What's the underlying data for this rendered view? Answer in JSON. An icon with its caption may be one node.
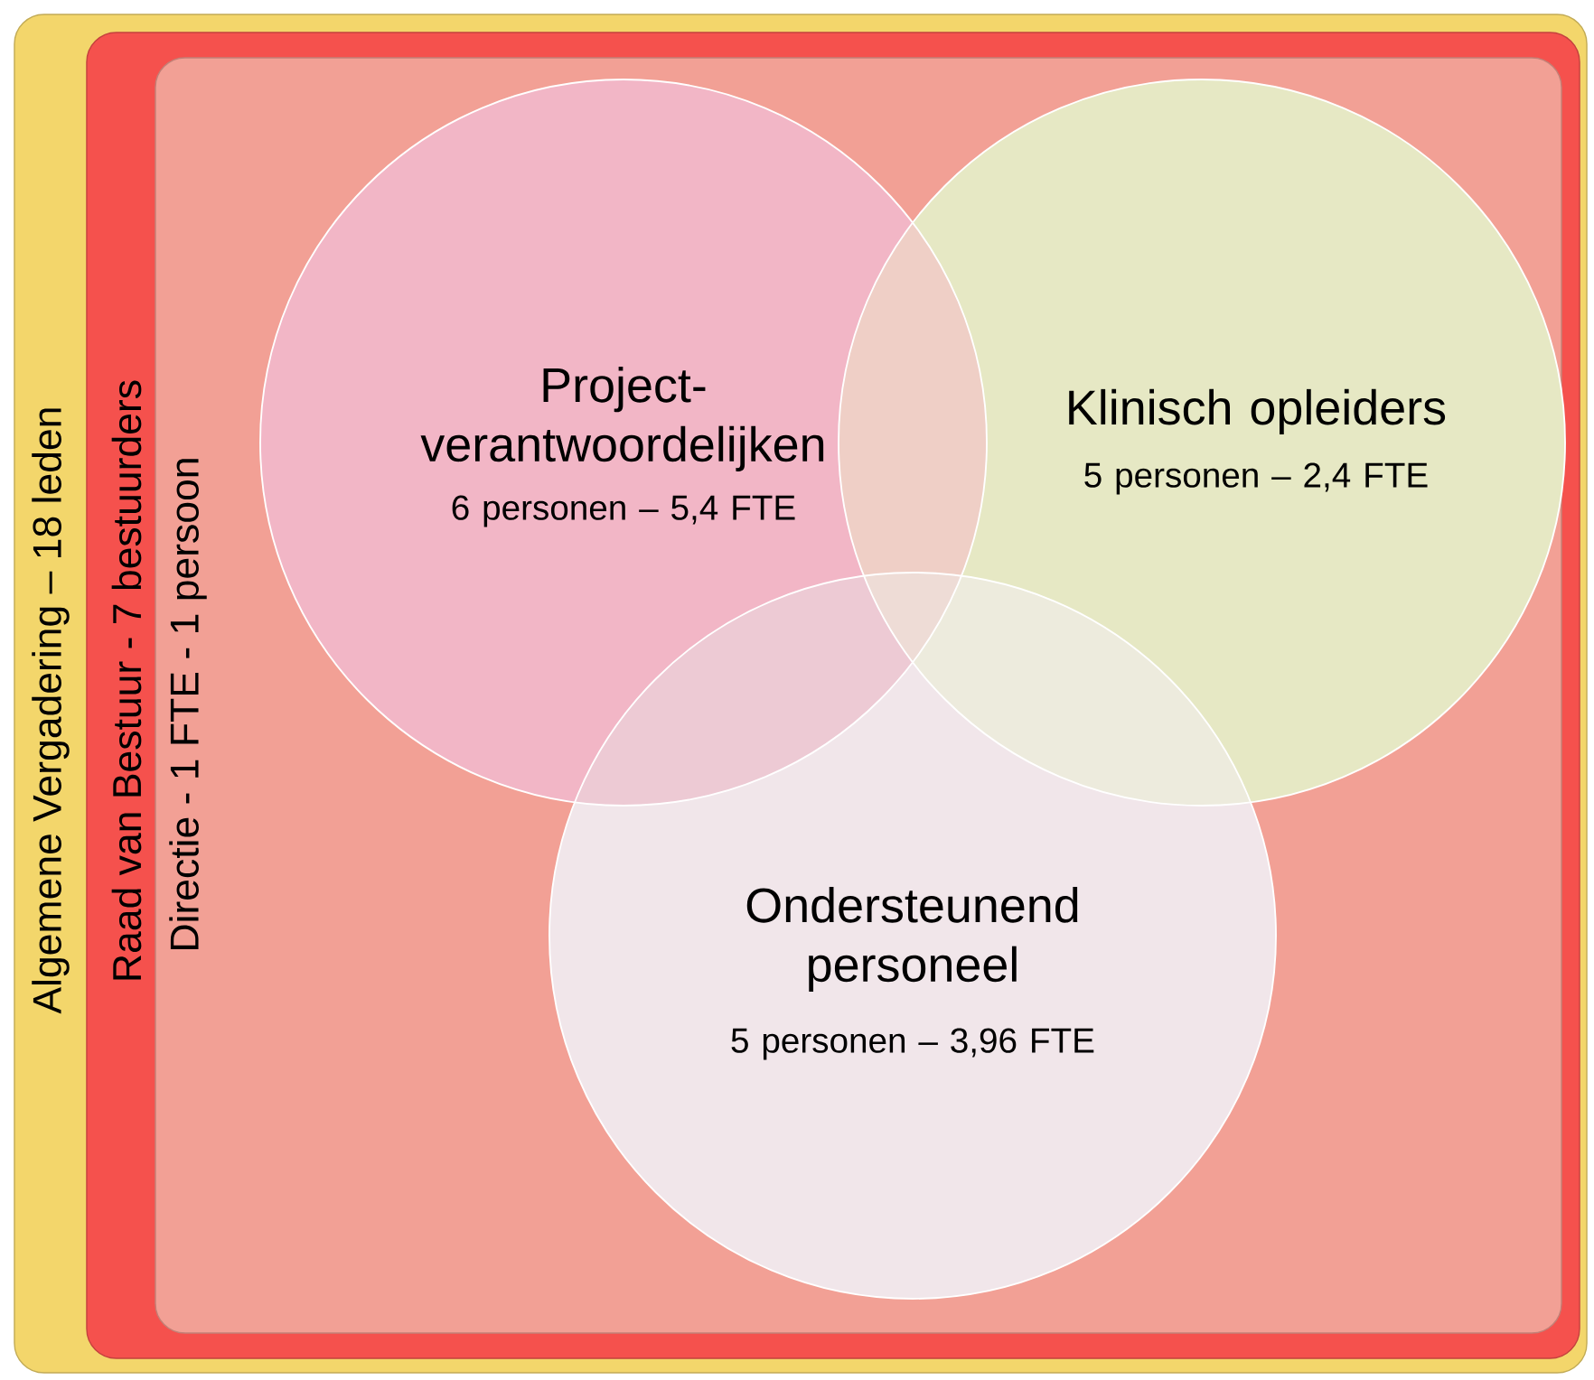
{
  "diagram": {
    "nodes": [
      {
        "text": [
          "Algemene Vergadering – 18 leden"
        ]
      },
      {
        "text": [
          "Raad van Bestuur - 7 bestuurders"
        ],
        "in": 0
      },
      {
        "text": [
          "Directie - 1 FTE - 1 persoon"
        ],
        "in": 1
      },
      {
        "text": [
          "Project- verantwoordelijken",
          "6 personen – 5,4 FTE"
        ],
        "in": 2
      },
      {
        "text": [
          "Klinisch opleiders",
          "5 personen – 2,4 FTE"
        ],
        "in": 2
      },
      {
        "text": [
          "Ondersteunend personeel",
          "5 personen – 3,96 FTE"
        ],
        "in": 2
      }
    ]
  }
}
